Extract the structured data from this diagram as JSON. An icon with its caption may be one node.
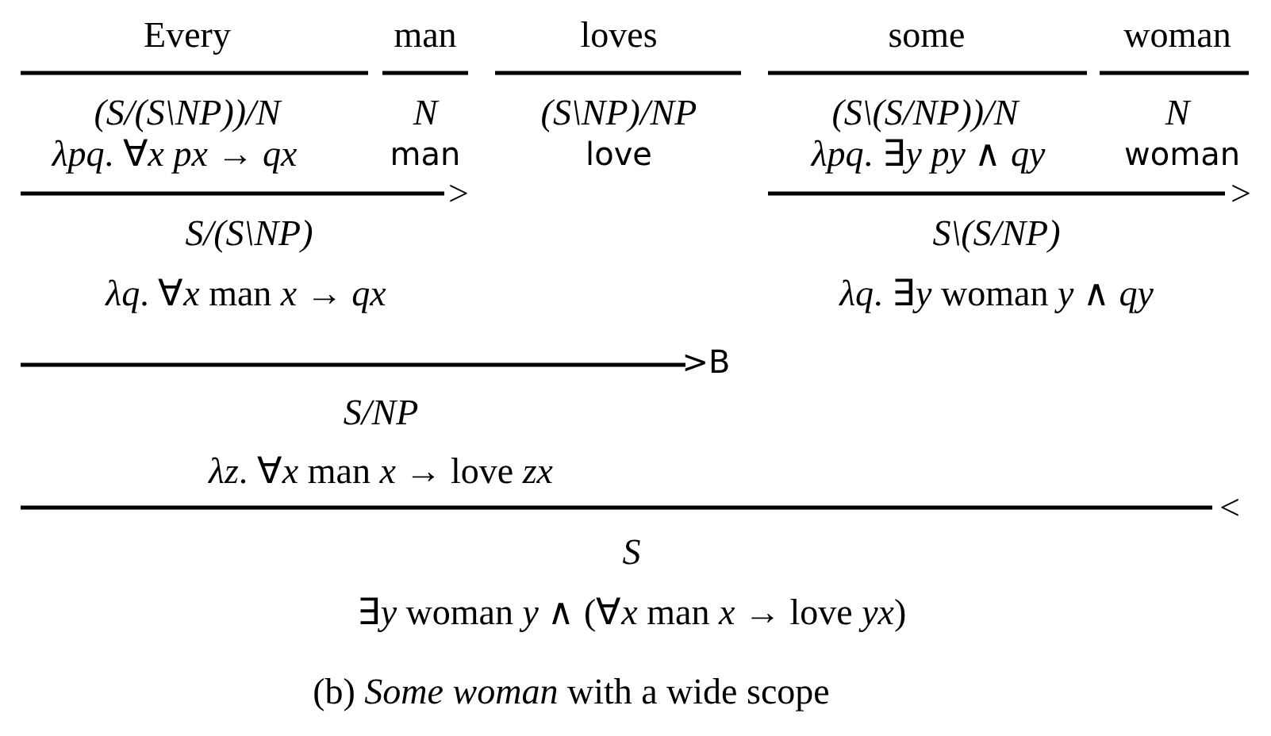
{
  "diagram": {
    "caption": "(b) *Some woman* with a wide scope",
    "labels": [
      "Every",
      "man",
      "loves",
      "some",
      "woman",
      "(S/(S\\NP))/N",
      "N",
      "(S\\NP)/NP",
      "(S\\(S/NP))/N",
      "N",
      "*λpq*. ∀*x px* → *qx*",
      "man",
      "love",
      "*λpq*. ∃*y py* ∧ *qy*",
      "woman",
      ">",
      ">",
      "S/(S\\NP)",
      "S\\(S/NP)",
      "*λq*. ∀*x* man *x* → *qx*",
      "*λq*. ∃*y* woman *y* ∧ *qy*",
      ">B",
      "S/NP",
      "*λz*. ∀*x* man *x* → love *zx*",
      "<",
      "S",
      "∃*y* woman *y* ∧ (∀*x* man *x* → love *yx*)"
    ]
  }
}
